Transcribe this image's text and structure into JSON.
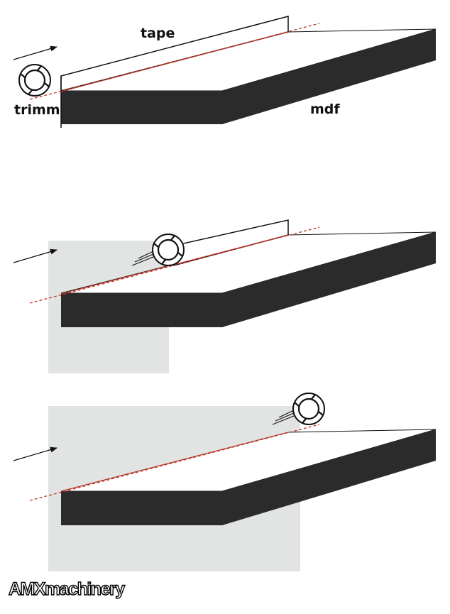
{
  "labels": {
    "tape": "tape",
    "trimm": "trimm",
    "mdf": "mdf"
  },
  "brand": {
    "name": "AMXmachinery"
  },
  "colors": {
    "board_side": "#2b2b2b",
    "cut_line": "#c0392b",
    "shaded_area": "#e2e3e3",
    "outline": "#111111"
  },
  "icons": {
    "cutter": "trimming-cutter-icon",
    "feed": "feed-direction-arrow-icon"
  }
}
